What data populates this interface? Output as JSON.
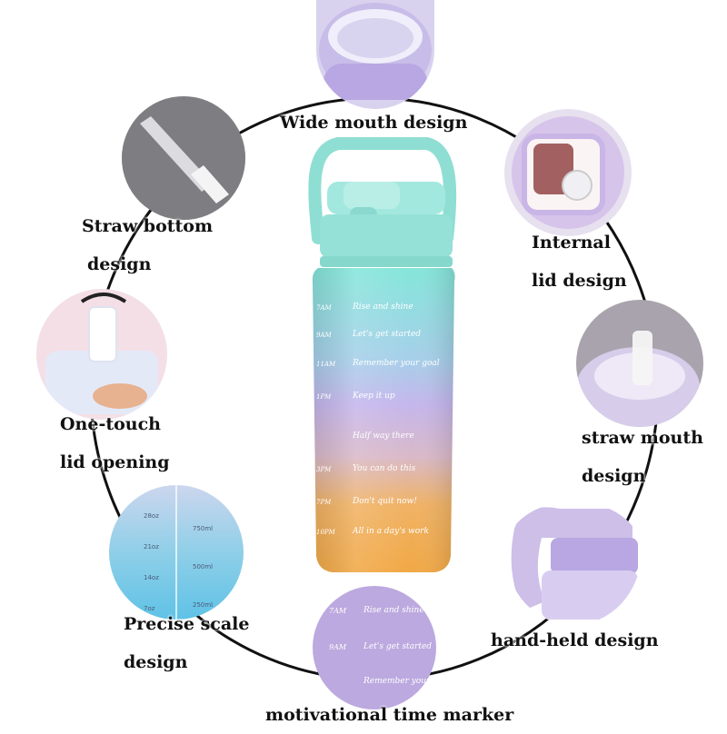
{
  "features": {
    "wide_mouth": "Wide mouth design",
    "straw_bottom": [
      "Straw bottom",
      "design"
    ],
    "internal_lid": [
      "Internal",
      "lid design"
    ],
    "one_touch": [
      "One-touch",
      "lid opening"
    ],
    "straw_mouth": [
      "straw mouth",
      "design"
    ],
    "precise_scale": [
      "Precise scale",
      "design"
    ],
    "hand_held": "hand-held design",
    "time_marker": "motivational time marker"
  },
  "bottle_markers": [
    {
      "time": "7AM",
      "text": "Rise and shine"
    },
    {
      "time": "9AM",
      "text": "Let's get started"
    },
    {
      "time": "11AM",
      "text": "Remember your goal"
    },
    {
      "time": "1PM",
      "text": "Keep it up"
    },
    {
      "time": "",
      "text": "Half way there"
    },
    {
      "time": "3PM",
      "text": "You can do this"
    },
    {
      "time": "7PM",
      "text": "Don't quit now!"
    },
    {
      "time": "10PM",
      "text": "All in a day's work"
    }
  ],
  "scale_marks": {
    "left": [
      "28oz",
      "21oz",
      "14oz",
      "7oz"
    ],
    "right": [
      "750ml",
      "500ml",
      "250ml"
    ]
  },
  "zoom_markers": [
    {
      "time": "7AM",
      "text": "Rise and shine"
    },
    {
      "time": "9AM",
      "text": "Let's get started"
    },
    {
      "time": "",
      "text": "Remember your goal"
    }
  ],
  "colors": {
    "teal": "#7fe3d8",
    "lavender": "#c7b4ea",
    "orange": "#f2aa44",
    "lid_mint": "#9de6dc",
    "circle_line": "#111111"
  }
}
